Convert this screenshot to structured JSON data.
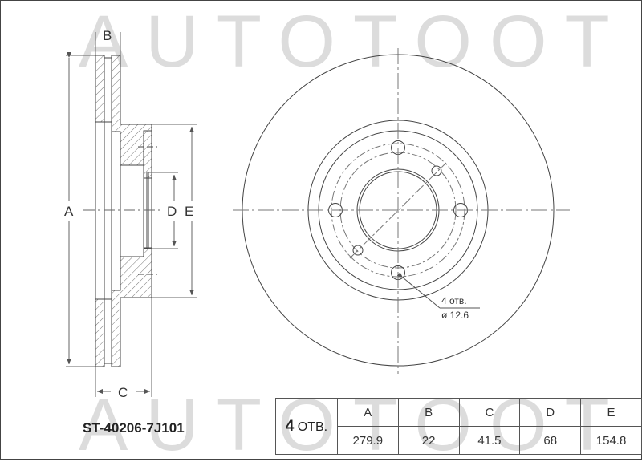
{
  "watermark": {
    "text": "AUTOTOOT",
    "color": "#dcdcdc"
  },
  "drawing": {
    "side_view_labels": {
      "A": "A",
      "B": "B",
      "C": "C",
      "D": "D",
      "E": "E"
    },
    "front_view_callout": {
      "holes": "4 отв.",
      "diameter": "ø 12.6"
    }
  },
  "part_number": "ST-40206-7J101",
  "spec_table": {
    "holes_count": "4",
    "holes_label": "ОТВ.",
    "headers": [
      "A",
      "B",
      "C",
      "D",
      "E"
    ],
    "values": [
      "279.9",
      "22",
      "41.5",
      "68",
      "154.8"
    ]
  }
}
